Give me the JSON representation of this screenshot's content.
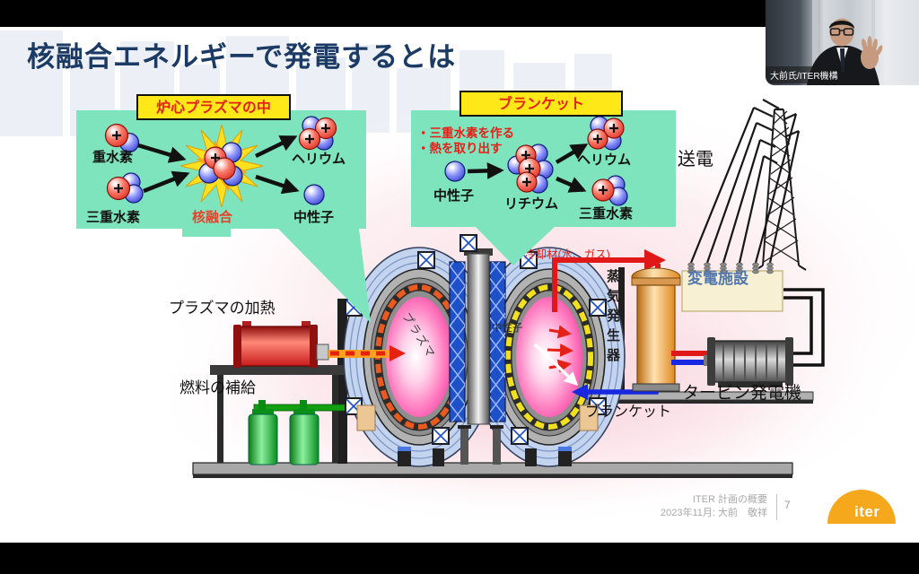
{
  "colors": {
    "title_navy": "#1b3a64",
    "callout_green": "#7de4bd",
    "header_yellow": "#ffe818",
    "accent_red": "#e32119",
    "substation_text_blue": "#5277b0",
    "plasma_pink": "#f23c9c",
    "iter_orange": "#f6a81c"
  },
  "webcam": {
    "name_label": "大前氏/ITER機構"
  },
  "slide": {
    "title": "核融合エネルギーで発電するとは",
    "callout_left": {
      "header": "炉心プラズマの中",
      "deuterium": "重水素",
      "tritium": "三重水素",
      "fusion": "核融合",
      "helium": "ヘリウム",
      "neutron": "中性子"
    },
    "callout_right": {
      "header": "ブランケット",
      "bullet1": "・三重水素を作る",
      "bullet2": "・熱を取り出す",
      "neutron": "中性子",
      "lithium": "リチウム",
      "helium": "ヘリウム",
      "tritium": "三重水素"
    },
    "labels": {
      "plasma_heating": "プラズマの加熱",
      "fuel_supply": "燃料の補給",
      "coolant": "冷却材(水、ガス)",
      "steam_generator": "蒸気発生器",
      "substation": "変電施設",
      "transmission": "送電",
      "turbine_generator": "タービン発電機",
      "blanket": "ブランケット",
      "neutron_in_vessel": "中性子",
      "plasma_in_vessel": "プラズマ"
    },
    "footer": {
      "doc_title": "ITER 計画の概要",
      "doc_sub": "2023年11月: 大前　敬祥",
      "page_number": "7",
      "logo_text": "iter"
    }
  }
}
